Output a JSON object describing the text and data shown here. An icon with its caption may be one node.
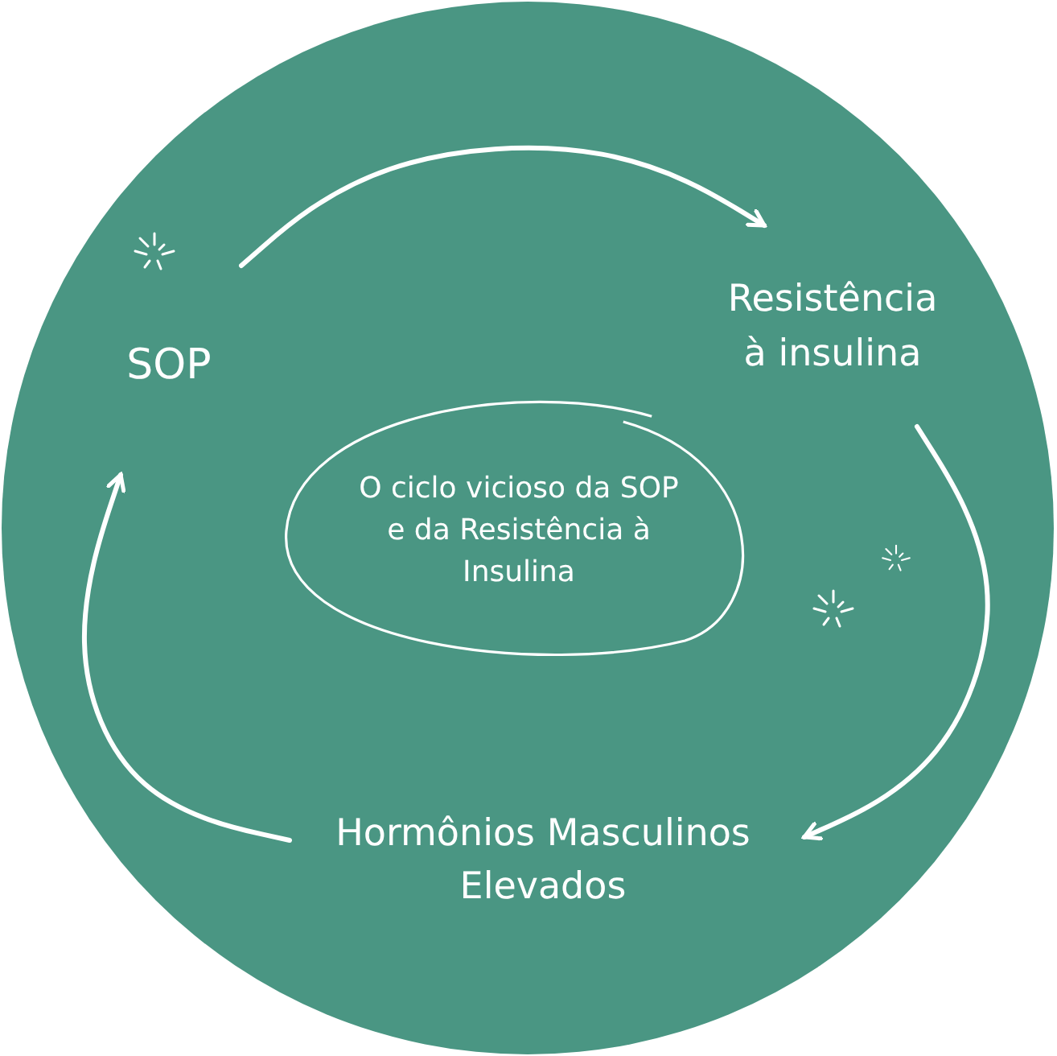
{
  "diagram": {
    "nodes": [
      {
        "text": [
          "SOP"
        ]
      },
      {
        "text": [
          "Resistência à insulina"
        ]
      },
      {
        "text": [
          "Hormônios Masculinos Elevados"
        ]
      },
      {
        "text": [
          "O ciclo vicioso da SOP e da Resistência à Insulina"
        ]
      }
    ],
    "edges": [
      {
        "from": 0,
        "to": 1,
        "arrow": "to"
      },
      {
        "from": 1,
        "to": 2,
        "arrow": "to"
      },
      {
        "from": 2,
        "to": 0,
        "arrow": "to"
      }
    ]
  }
}
